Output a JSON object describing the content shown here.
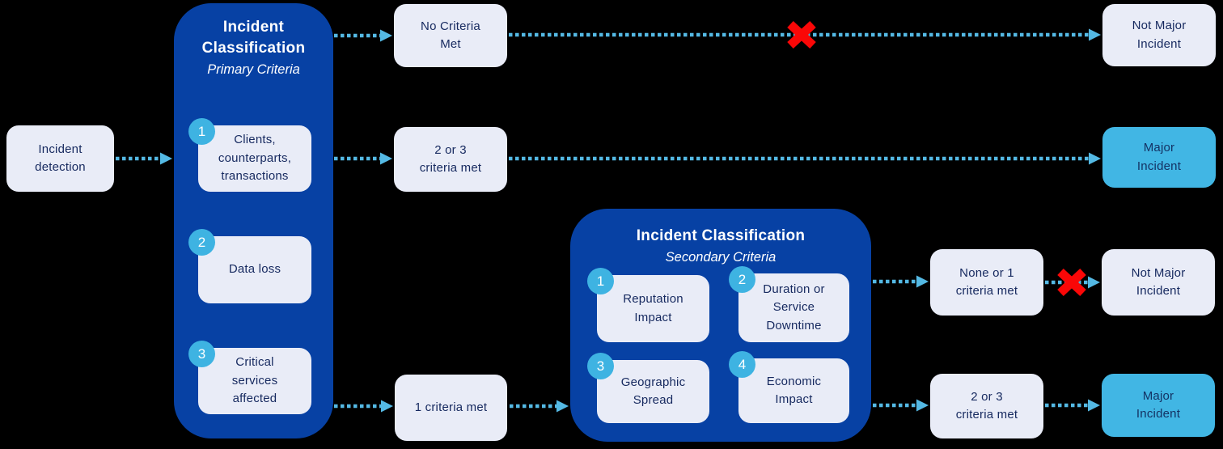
{
  "colors": {
    "background": "#000000",
    "container_blue": "#0741a4",
    "node_light": "#e9ecf7",
    "node_cyan": "#41b6e4",
    "badge_cyan": "#3eb3e2",
    "arrow_cyan": "#54b9e4",
    "text_navy": "#16295f",
    "reject_red": "#fa0707"
  },
  "nodes": {
    "incident_detection": {
      "label": [
        "Incident",
        "detection"
      ]
    },
    "primary": {
      "title": [
        "Incident",
        "Classification"
      ],
      "subtitle": "Primary Criteria",
      "items": [
        {
          "num": "1",
          "label": [
            "Clients,",
            "counterparts,",
            "transactions"
          ]
        },
        {
          "num": "2",
          "label": [
            "Data loss"
          ]
        },
        {
          "num": "3",
          "label": [
            "Critical",
            "services",
            "affected"
          ]
        }
      ]
    },
    "no_criteria": {
      "label": [
        "No Criteria",
        "Met"
      ]
    },
    "two_or_three_primary": {
      "label": [
        "2 or 3",
        "criteria met"
      ]
    },
    "one_criteria": {
      "label": [
        "1 criteria met"
      ]
    },
    "secondary": {
      "title": "Incident Classification",
      "subtitle": "Secondary Criteria",
      "items": [
        {
          "num": "1",
          "label": [
            "Reputation",
            "Impact"
          ]
        },
        {
          "num": "2",
          "label": [
            "Duration or",
            "Service",
            "Downtime"
          ]
        },
        {
          "num": "3",
          "label": [
            "Geographic",
            "Spread"
          ]
        },
        {
          "num": "4",
          "label": [
            "Economic",
            "Impact"
          ]
        }
      ]
    },
    "none_or_one": {
      "label": [
        "None or 1",
        "criteria met"
      ]
    },
    "two_or_three_secondary": {
      "label": [
        "2 or 3",
        "criteria met"
      ]
    },
    "not_major_top": {
      "label": [
        "Not Major",
        "Incident"
      ]
    },
    "major_top": {
      "label": [
        "Major",
        "Incident"
      ]
    },
    "not_major_bottom": {
      "label": [
        "Not Major",
        "Incident"
      ]
    },
    "major_bottom": {
      "label": [
        "Major",
        "Incident"
      ]
    }
  }
}
